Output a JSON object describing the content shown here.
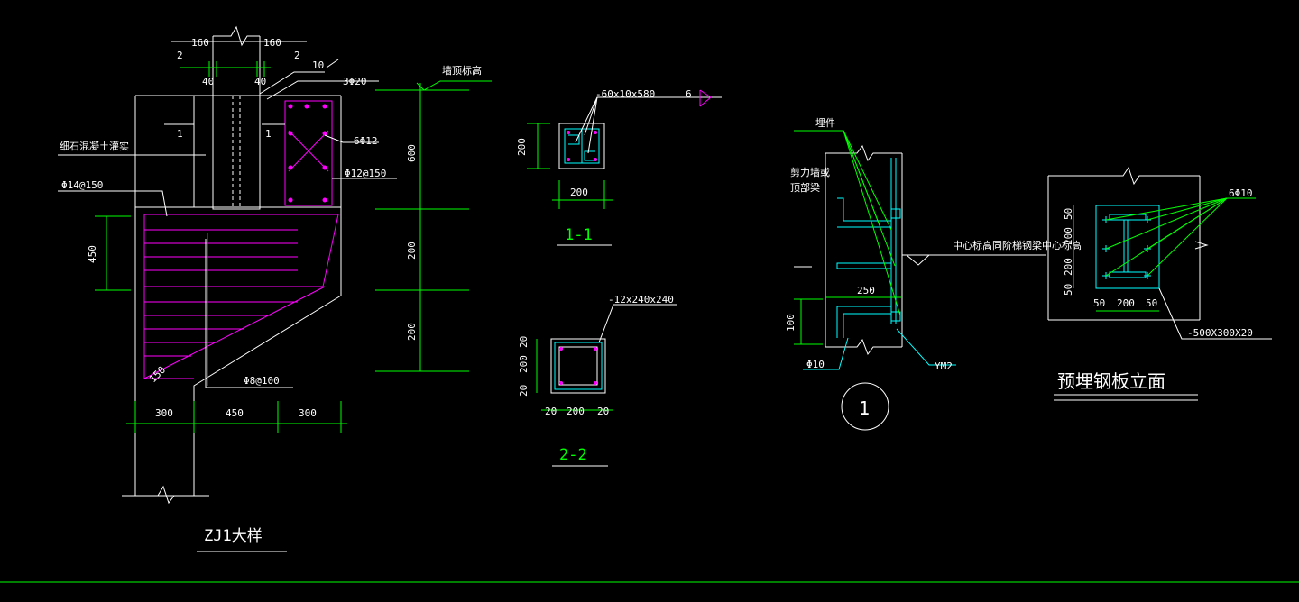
{
  "colors": {
    "background": "#000000",
    "line": "#ffffff",
    "dimension": "#00ff00",
    "steel": "#00ffff",
    "rebar": "#ff00ff"
  },
  "zj1": {
    "title": "ZJ1大样",
    "top_dim_left": "160",
    "top_dim_right": "160",
    "dim_2_left": "2",
    "dim_2_right": "2",
    "dim_40_left": "40",
    "dim_40_right": "40",
    "dim_10": "10",
    "bar_top": "3Φ20",
    "label_wall_top": "墙顶标高",
    "label_fill": "细石混凝土灌实",
    "section_mark_left": "1",
    "section_mark_right": "1",
    "bar_side": "6Φ12",
    "stirrup_column": "Φ12@150",
    "bar_slab": "Φ14@150",
    "dim_450_left": "450",
    "dim_600": "600",
    "dim_200_a": "200",
    "dim_200_b": "200",
    "dim_150": "150",
    "stirrup_base": "Φ8@100",
    "bottom_dims": [
      "300",
      "450",
      "300"
    ]
  },
  "section_1_1": {
    "title": "1-1",
    "plate": "-60x10x580",
    "ref": "6",
    "height": "200",
    "width": "200"
  },
  "section_2_2": {
    "title": "2-2",
    "plate": "-12x240x240",
    "side_dims": [
      "20",
      "200",
      "20"
    ],
    "bottom_dims": [
      "20",
      "200",
      "20"
    ]
  },
  "detail_1": {
    "label_anchor": "埋件",
    "label_wall": "剪力墙或",
    "label_beam": "顶部梁",
    "label_center": "中心标高同阶梯钢梁中心标高",
    "dim_250": "250",
    "dim_100": "100",
    "bar": "Φ10",
    "plate_tag": "YM2",
    "circle_no": "1"
  },
  "embed_plate": {
    "title": "预埋钢板立面",
    "bar": "6Φ10",
    "left_dims": [
      "50",
      "200",
      "200",
      "50"
    ],
    "bottom_dims": [
      "50",
      "200",
      "50"
    ],
    "plate": "-500X300X20"
  }
}
